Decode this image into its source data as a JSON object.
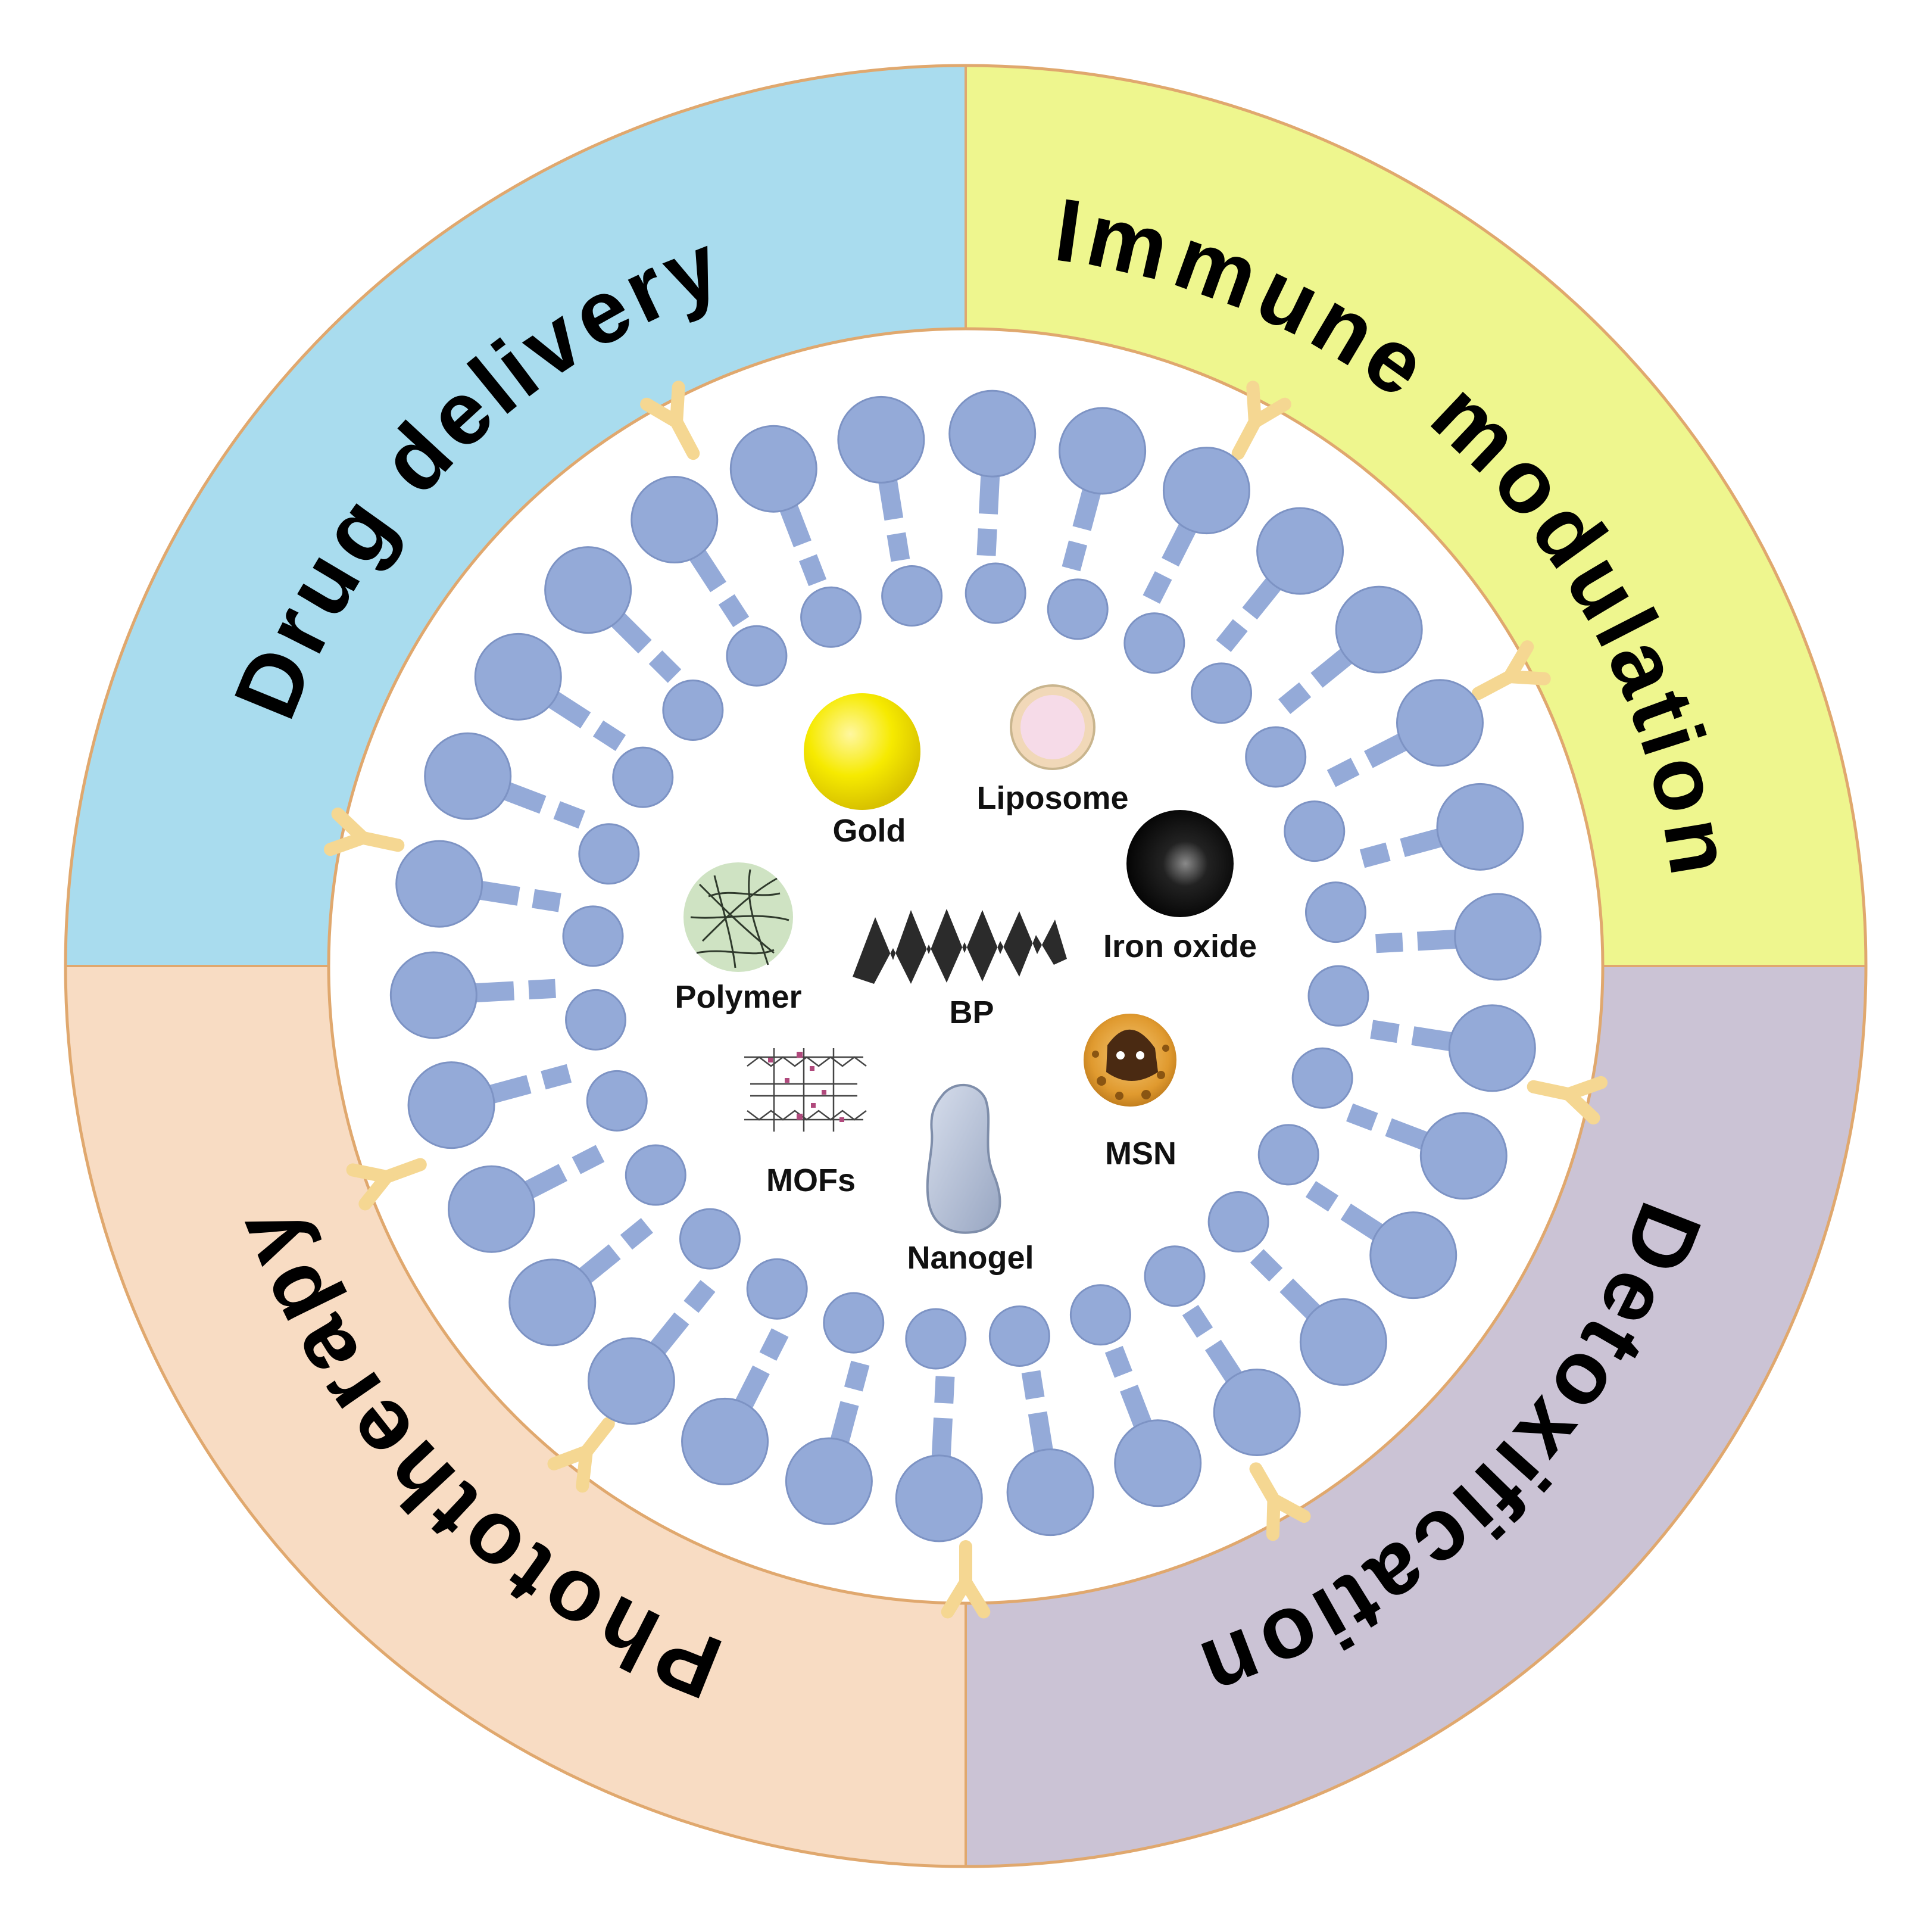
{
  "quadrants": {
    "drug_delivery": {
      "label": "Drug delivery",
      "color": "#a9dcee"
    },
    "immune_modulation": {
      "label": "Immune modulation",
      "color": "#eef68e"
    },
    "detoxification": {
      "label": "Detoxification",
      "color": "#cbc3d5"
    },
    "phototherapy": {
      "label": "Phototherapy",
      "color": "#f8dcc3"
    }
  },
  "ring_border_color": "#e0a86e",
  "membrane": {
    "head_color": "#94aad8",
    "head_stroke": "#7d93c4",
    "antibody_color": "#f5d792",
    "outer_lipid_count": 30,
    "inner_lipid_count": 28
  },
  "nanoparticles": {
    "gold": {
      "label": "Gold",
      "color": "#f6ea00"
    },
    "liposome": {
      "label": "Liposome",
      "color": "#f2d6e4"
    },
    "iron_oxide": {
      "label": "Iron oxide",
      "color": "#111111"
    },
    "polymer": {
      "label": "Polymer",
      "color": "#cfe3c3"
    },
    "bp": {
      "label": "BP",
      "color": "#2e2e2e"
    },
    "msn": {
      "label": "MSN",
      "color": "#e5a33a"
    },
    "mofs": {
      "label": "MOFs",
      "color": "#b0497c"
    },
    "nanogel": {
      "label": "Nanogel",
      "color": "#b3bfd6"
    }
  }
}
